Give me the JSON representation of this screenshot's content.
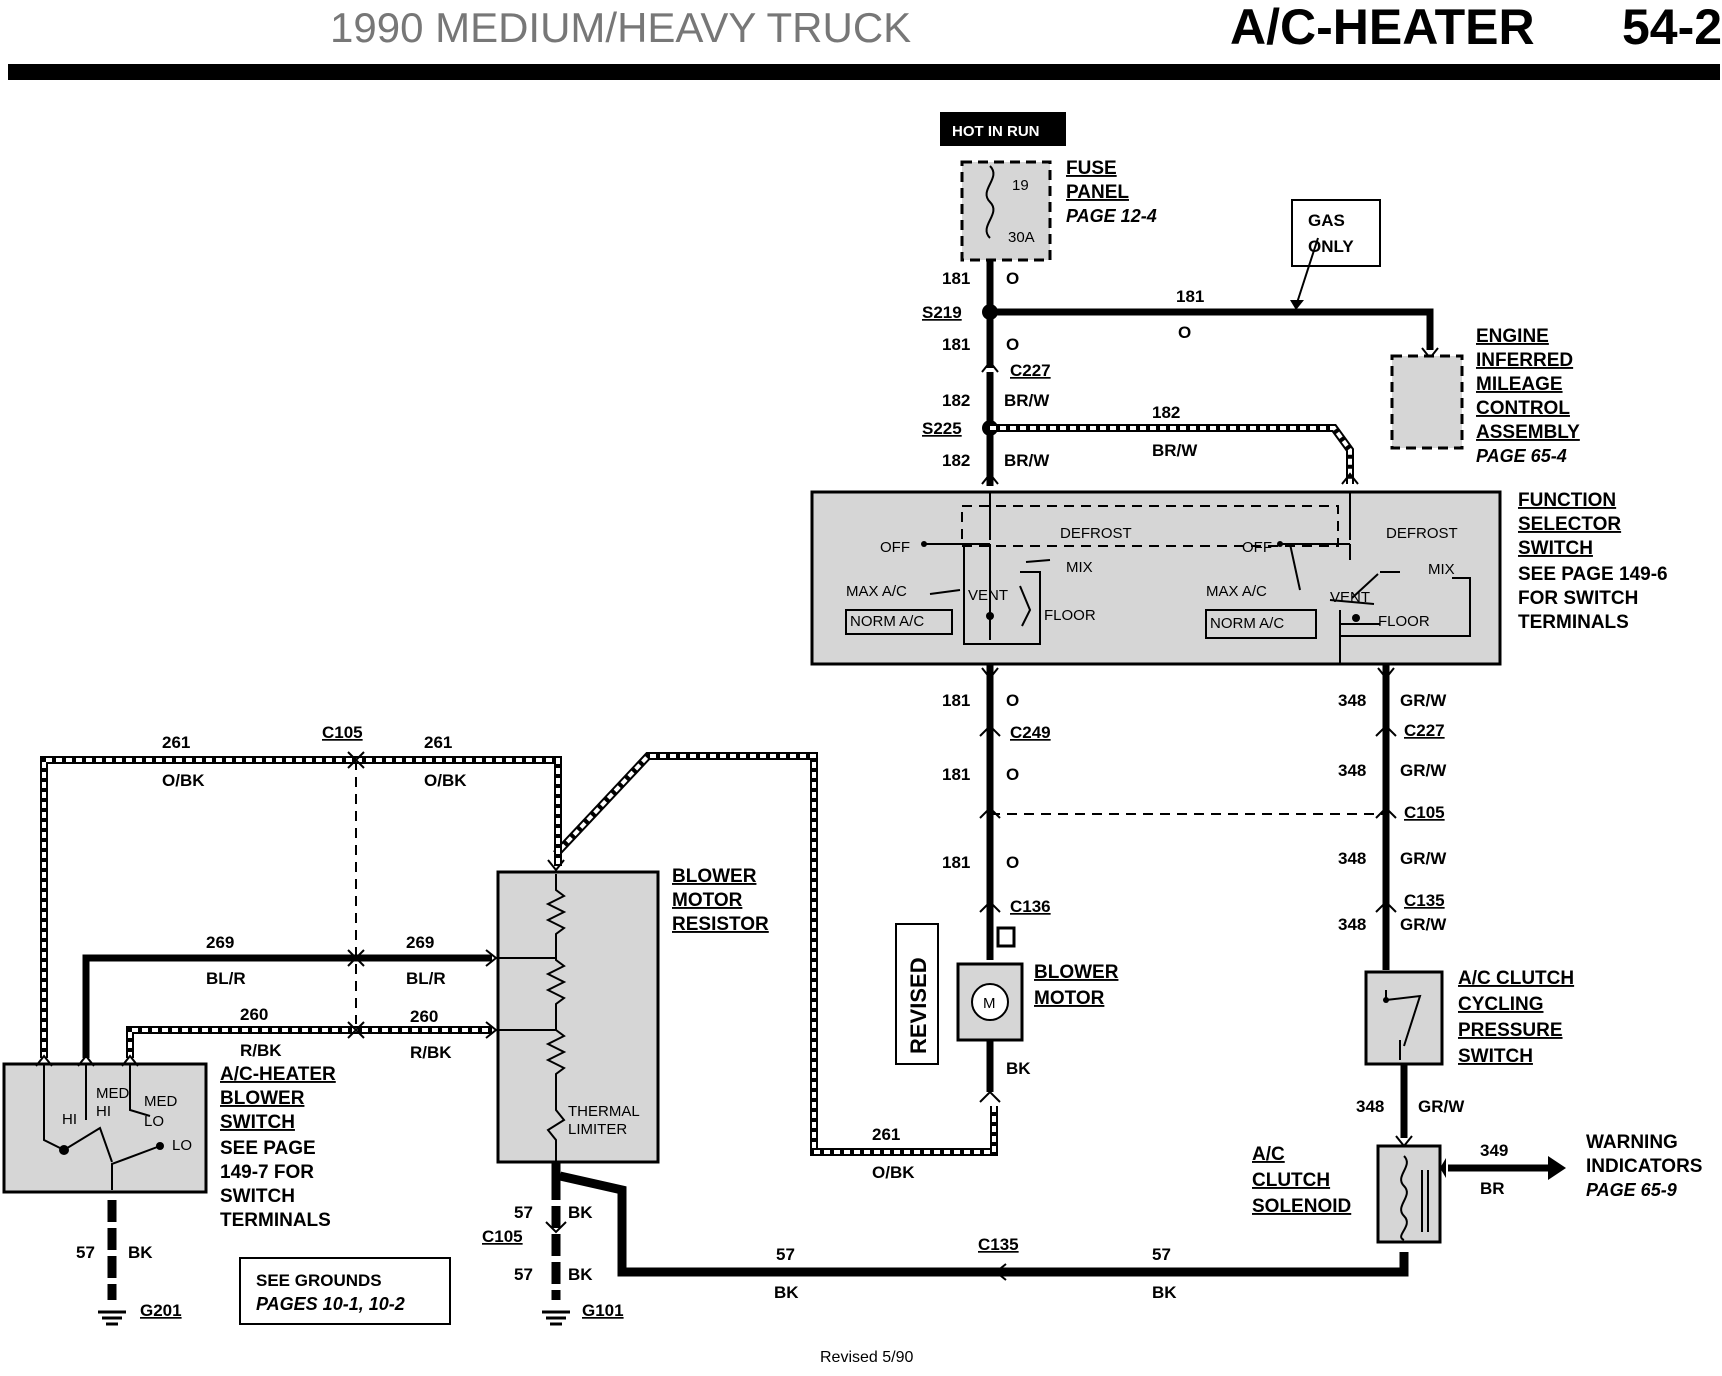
{
  "header": {
    "title_left": "1990 MEDIUM/HEAVY TRUCK",
    "title_right": "A/C-HEATER",
    "page_number": "54-2"
  },
  "power": {
    "hot_in_run": "HOT IN RUN",
    "fuse_num": "19",
    "fuse_amp": "30A",
    "fuse_panel": [
      "FUSE",
      "PANEL"
    ],
    "fuse_page": "PAGE 12-4",
    "gas_only": [
      "GAS",
      "ONLY"
    ]
  },
  "components": {
    "eimc": [
      "ENGINE",
      "INFERRED",
      "MILEAGE",
      "CONTROL",
      "ASSEMBLY"
    ],
    "eimc_page": "PAGE 65-4",
    "fss": [
      "FUNCTION",
      "SELECTOR",
      "SWITCH"
    ],
    "fss_note": [
      "SEE PAGE 149-6",
      "FOR SWITCH",
      "TERMINALS"
    ],
    "fss_positions": {
      "off": "OFF",
      "defrost": "DEFROST",
      "mix": "MIX",
      "max_ac": "MAX A/C",
      "vent": "VENT",
      "norm_ac": "NORM A/C",
      "floor": "FLOOR"
    },
    "resistor": [
      "BLOWER",
      "MOTOR",
      "RESISTOR"
    ],
    "thermal": [
      "THERMAL",
      "LIMITER"
    ],
    "blower_motor": [
      "BLOWER",
      "MOTOR"
    ],
    "motor_symbol": "M",
    "revised_tag": "REVISED",
    "clutch_switch": [
      "A/C CLUTCH",
      "CYCLING",
      "PRESSURE",
      "SWITCH"
    ],
    "solenoid": [
      "A/C",
      "CLUTCH",
      "SOLENOID"
    ],
    "warning": [
      "WARNING",
      "INDICATORS"
    ],
    "warning_page": "PAGE 65-9",
    "blower_switch": [
      "A/C-HEATER",
      "BLOWER",
      "SWITCH"
    ],
    "blower_switch_note": [
      "SEE PAGE",
      "149-7  FOR",
      "SWITCH",
      "TERMINALS"
    ],
    "blower_switch_positions": {
      "hi": "HI",
      "med_hi": [
        "MED",
        "HI"
      ],
      "med_lo": [
        "MED",
        "LO"
      ],
      "lo": "LO"
    },
    "see_grounds": "SEE GROUNDS",
    "see_grounds_pages": "PAGES 10-1, 10-2"
  },
  "connectors": {
    "s219": "S219",
    "s225": "S225",
    "c227": "C227",
    "c249": "C249",
    "c105": "C105",
    "c136": "C136",
    "c135": "C135",
    "g201": "G201",
    "g101": "G101"
  },
  "wires": {
    "w181": "181",
    "o": "O",
    "w182": "182",
    "brw": "BR/W",
    "w348": "348",
    "grw": "GR/W",
    "w261": "261",
    "obk": "O/BK",
    "w269": "269",
    "blr": "BL/R",
    "w260": "260",
    "rbk": "R/BK",
    "w57": "57",
    "bk": "BK",
    "w349": "349",
    "br": "BR"
  },
  "footer": "Revised 5/90"
}
